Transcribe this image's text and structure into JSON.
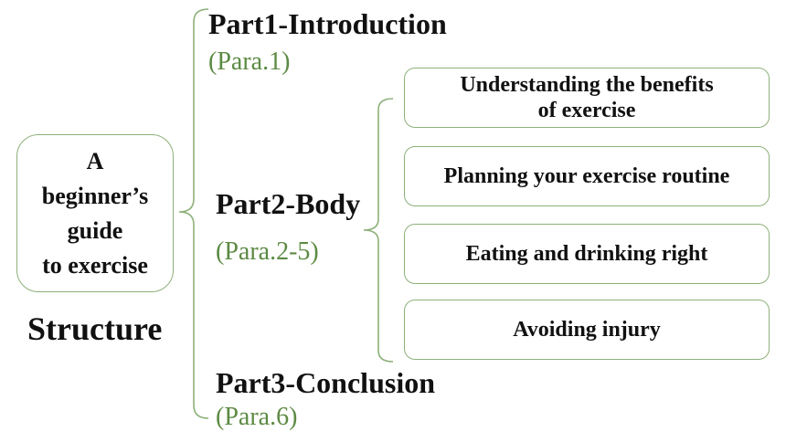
{
  "topic": {
    "lines": [
      "A",
      "beginner’s",
      "guide",
      "to exercise"
    ]
  },
  "label": "Structure",
  "parts": [
    {
      "title": "Part1-Introduction",
      "para": "(Para.1)"
    },
    {
      "title": "Part2-Body",
      "para": "(Para.2-5)"
    },
    {
      "title": "Part3-Conclusion",
      "para": "(Para.6)"
    }
  ],
  "body_sections": [
    "Understanding the benefits\nof exercise",
    "Planning your exercise routine",
    "Eating and drinking right",
    "Avoiding injury"
  ],
  "colors": {
    "accent": "#5c8a43",
    "border": "#8db07a"
  }
}
